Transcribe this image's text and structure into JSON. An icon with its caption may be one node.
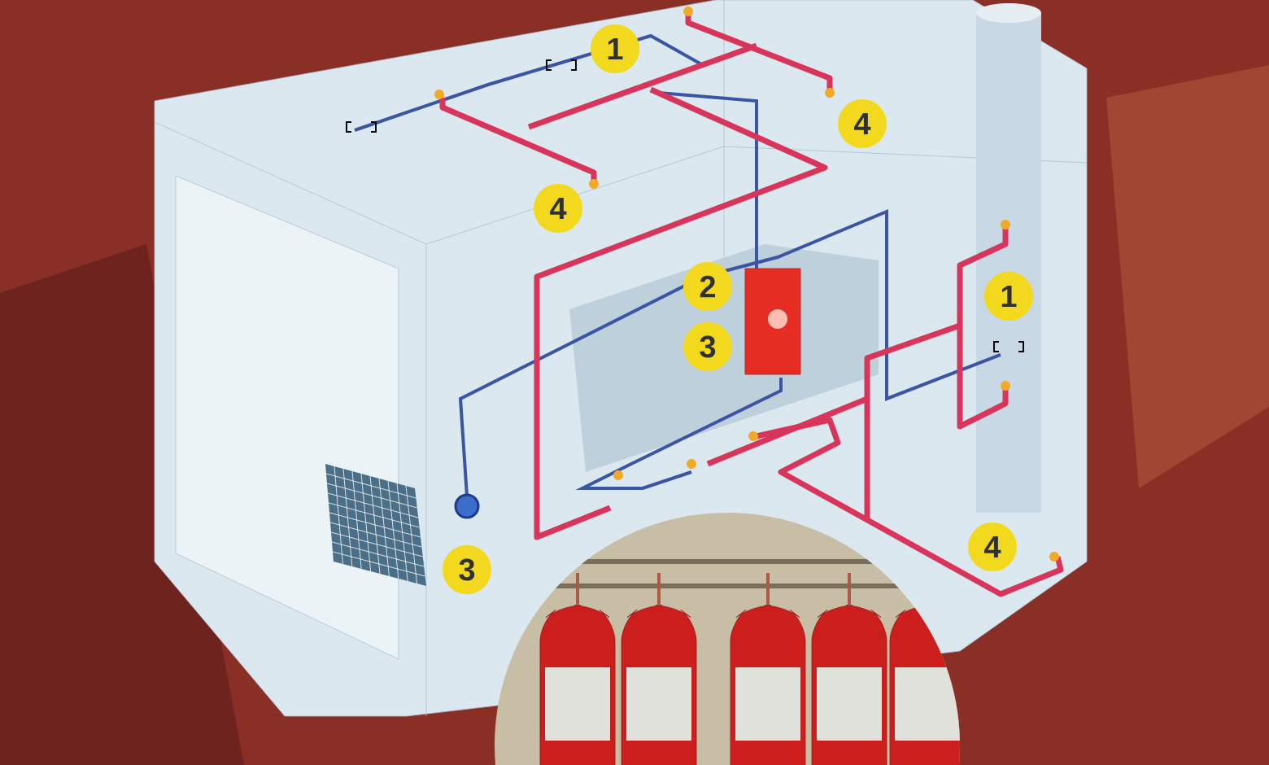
{
  "diagram": {
    "labels": [
      "1",
      "4",
      "4",
      "2",
      "1",
      "3",
      "4",
      "3"
    ]
  }
}
